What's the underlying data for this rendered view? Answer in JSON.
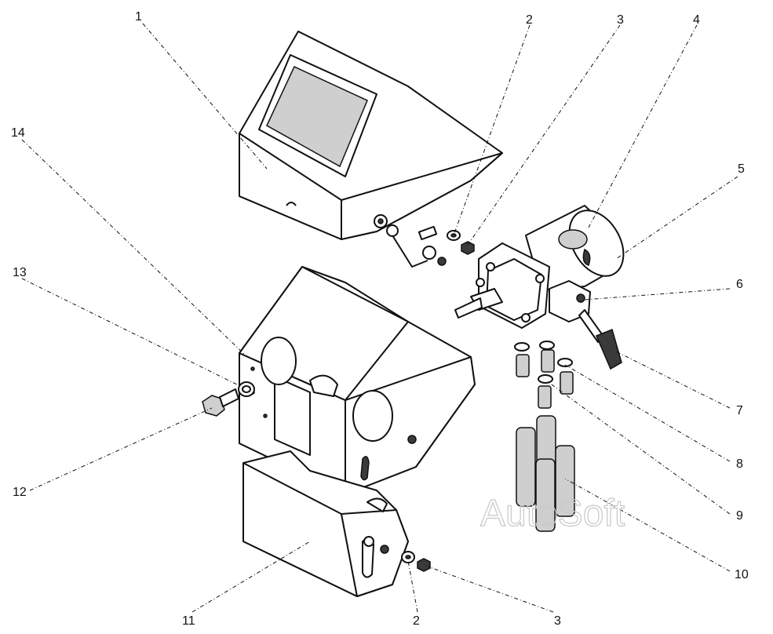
{
  "callouts": {
    "n1": "1",
    "n2_top": "2",
    "n3_top": "3",
    "n4": "4",
    "n5": "5",
    "n6": "6",
    "n7": "7",
    "n8": "8",
    "n9": "9",
    "n10": "10",
    "n11": "11",
    "n12": "12",
    "n13": "13",
    "n14": "14",
    "n2_bottom": "2",
    "n3_bottom": "3"
  },
  "watermark": "AutoSoft"
}
